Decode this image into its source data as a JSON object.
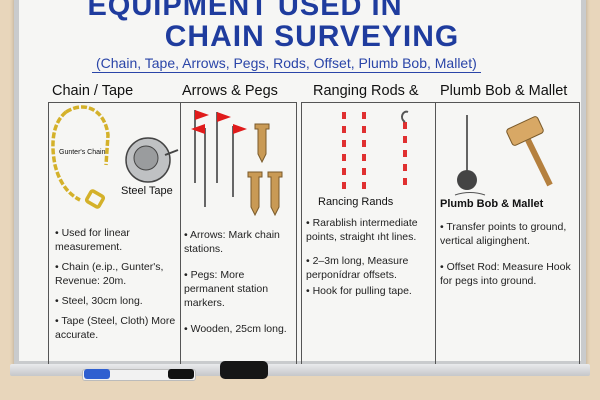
{
  "title": {
    "line1": "EQUIPMENT USED IN",
    "line2": "CHAIN SURVEYING",
    "subtitle": "(Chain, Tape, Arrows, Pegs, Rods, Offset, Plumb Bob, Mallet)"
  },
  "colors": {
    "title": "#1f3c9e",
    "flag": "#e01b1b",
    "chain": "#d4b12a",
    "peg": "#c99a55",
    "rod_stripe": "#e03030"
  },
  "columns": [
    {
      "header": "Chain / Tape",
      "labels": [
        "Gunter's Chain",
        "Steel Tape"
      ],
      "bullets": [
        "Used for linear measurement.",
        "Chain (e.ip., Gunter's, Revenue: 20m.",
        "Steel, 30cm long.",
        "Tape (Steel, Cloth) More accurate."
      ]
    },
    {
      "header": "Arrows & Pegs",
      "labels": [],
      "bullets": [
        "Arrows: Mark chain stations.",
        "Pegs: More permanent station markers.",
        "Wooden, 25cm long."
      ]
    },
    {
      "header": "Ranging Rods &",
      "labels": [
        "Rancing Rands"
      ],
      "bullets": [
        "Rarablish intermediate points, straight ıht lines.",
        "2–3m long, Measure perponídrar offsets.",
        "Hook for pulling tape."
      ]
    },
    {
      "header": "Plumb Bob & Mallet",
      "labels": [
        "Plumb Bob & Mallet"
      ],
      "bullets": [
        "Transfer points to ground, vertical aliginghent.",
        "Offset Rod: Measure Hook for pegs into ground."
      ]
    }
  ]
}
